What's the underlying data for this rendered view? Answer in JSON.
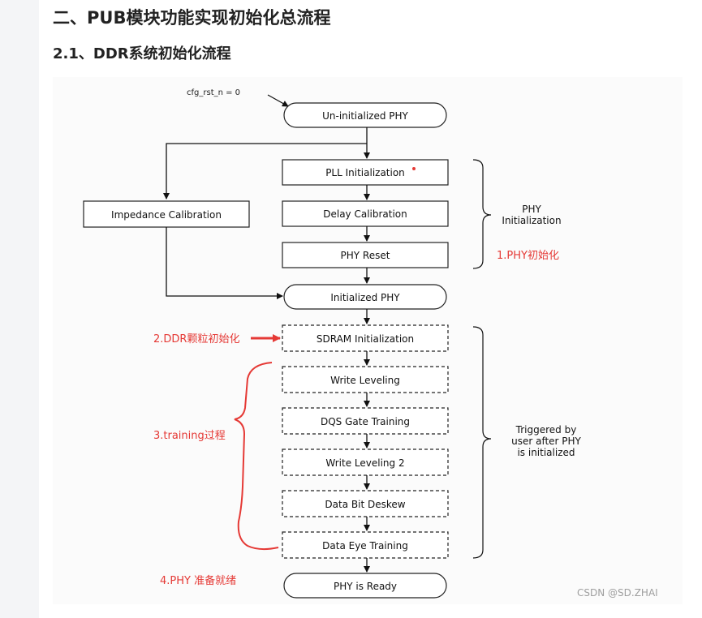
{
  "headings": {
    "section": "二、PUB模块功能实现初始化总流程",
    "subsection": "2.1、DDR系统初始化流程"
  },
  "diagram": {
    "input_signal": "cfg_rst_n = 0",
    "nodes": {
      "uninitialized_phy": "Un-initialized PHY",
      "pll_init": "PLL Initialization",
      "delay_cal": "Delay Calibration",
      "phy_reset": "PHY Reset",
      "impedance_cal": "Impedance Calibration",
      "initialized_phy": "Initialized PHY",
      "sdram_init": "SDRAM Initialization",
      "write_leveling": "Write Leveling",
      "dqs_gate": "DQS Gate Training",
      "write_leveling2": "Write Leveling 2",
      "data_bit_deskew": "Data Bit Deskew",
      "data_eye": "Data Eye Training",
      "phy_ready": "PHY is Ready"
    },
    "braces": {
      "phy_init_line1": "PHY",
      "phy_init_line2": "Initialization",
      "triggered_line1": "Triggered by",
      "triggered_line2": "user after PHY",
      "triggered_line3": "is initialized"
    },
    "annotations": {
      "a1": "1.PHY初始化",
      "a2": "2.DDR颗粒初始化",
      "a3": "3.training过程",
      "a4": "4.PHY 准备就绪"
    },
    "annotation_color": "#e53935",
    "watermark": "CSDN @SD.ZHAI"
  }
}
